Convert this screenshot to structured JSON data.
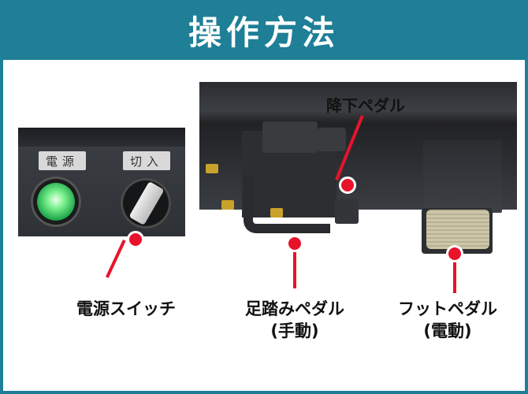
{
  "header": {
    "title": "操作方法"
  },
  "panel": {
    "left_plate": "電源",
    "right_plate": "切入"
  },
  "labels": {
    "power_switch": "電源スイッチ",
    "foot_pedal_manual_line1": "足踏みペダル",
    "foot_pedal_manual_line2": "(手動)",
    "foot_pedal_electric_line1": "フットペダル",
    "foot_pedal_electric_line2": "(電動)",
    "lowering_pedal": "降下ペダル"
  },
  "colors": {
    "header_bg": "#1e7f97",
    "callout": "#e8132b",
    "lamp": "#38d36a"
  }
}
